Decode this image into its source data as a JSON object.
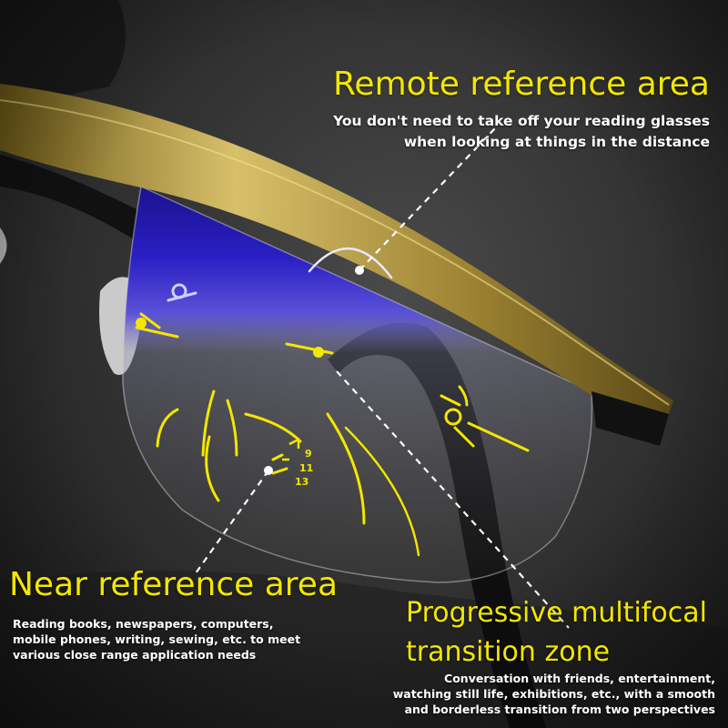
{
  "colors": {
    "accent_yellow": "#f3e600",
    "lens_blue": "#2a1fc4",
    "frame_gold": "#b49a3c",
    "background": "#2b2b2b"
  },
  "remote": {
    "title": "Remote reference area",
    "desc_lines": [
      "You don't need to take off your reading glasses",
      "when looking at things in the distance"
    ]
  },
  "near": {
    "title": "Near reference area",
    "desc_lines": [
      "Reading books, newspapers, computers,",
      "mobile phones, writing, sewing, etc. to meet",
      "various close range application needs"
    ]
  },
  "progressive": {
    "title_lines": [
      "Progressive multifocal",
      "transition zone"
    ],
    "desc_lines": [
      "Conversation with friends, entertainment,",
      "watching still life, exhibitions, etc., with a smooth",
      "and borderless transition from two perspectives"
    ]
  },
  "lens_markings": {
    "chart_numbers": [
      "9",
      "11",
      "13"
    ]
  }
}
